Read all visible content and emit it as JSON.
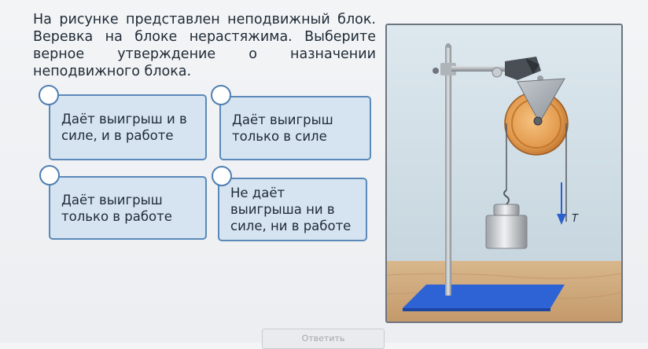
{
  "question": {
    "text": "На рисунке представлен неподвижный блок. Веревка на блоке нерастяжима. Выберите верное утверждение о назначении неподвижного блока."
  },
  "options": [
    {
      "label": "Даёт выигрыш и в силе, и в работе"
    },
    {
      "label": "Даёт выигрыш только в силе"
    },
    {
      "label": "Даёт выигрыш только в работе"
    },
    {
      "label": "Не даёт выигрыша ни в силе, ни в работе"
    }
  ],
  "figure": {
    "force_label": "T"
  },
  "submit": {
    "label": "Ответить"
  },
  "colors": {
    "option_bg": "#d6e4f1",
    "option_border": "#5b89ba",
    "pulley": "#e8a25a",
    "base": "#2e63d6",
    "arrow": "#2a5fcf"
  }
}
